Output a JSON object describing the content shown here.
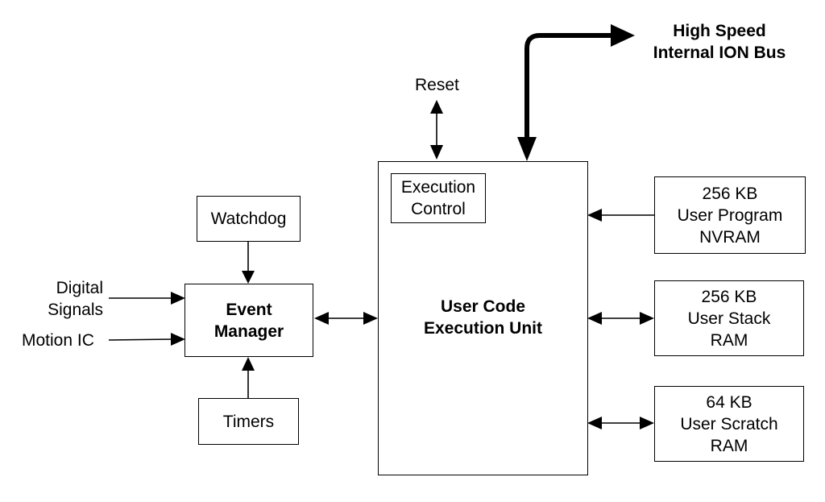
{
  "bus": {
    "line1": "High Speed",
    "line2": "Internal ION Bus"
  },
  "reset": "Reset",
  "watchdog": "Watchdog",
  "timers": "Timers",
  "event_manager": {
    "line1": "Event",
    "line2": "Manager"
  },
  "inputs": {
    "digital_line1": "Digital",
    "digital_line2": "Signals",
    "motion": "Motion IC"
  },
  "execution_control": {
    "line1": "Execution",
    "line2": "Control"
  },
  "execution_unit": {
    "line1": "User Code",
    "line2": "Execution Unit"
  },
  "memories": [
    {
      "line1": "256 KB",
      "line2": "User Program",
      "line3": "NVRAM"
    },
    {
      "line1": "256 KB",
      "line2": "User Stack",
      "line3": "RAM"
    },
    {
      "line1": "64 KB",
      "line2": "User Scratch",
      "line3": "RAM"
    }
  ]
}
